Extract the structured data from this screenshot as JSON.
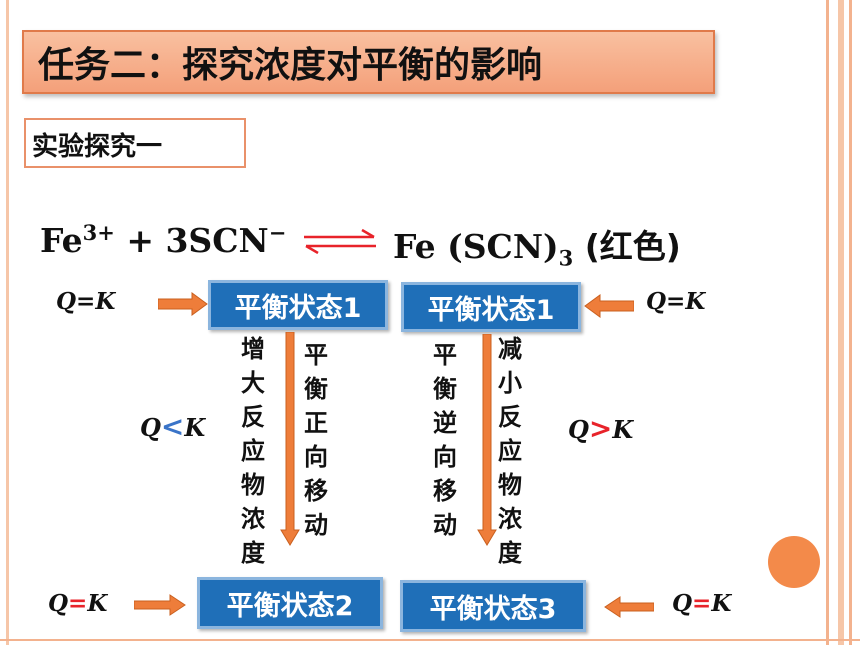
{
  "title": "任务二：探究浓度对平衡的影响",
  "subtitle": "实验探究一",
  "equation": {
    "reactant1": "Fe",
    "reactant1_sup": "3+",
    "plus": " + 3SCN",
    "reactant2_sup": "−",
    "product": "Fe (SCN)",
    "product_sub": "3",
    "product_note": " (红色)"
  },
  "states": {
    "s1_left": "平衡状态1",
    "s1_right": "平衡状态1",
    "s2": "平衡状态2",
    "s3": "平衡状态3"
  },
  "qk": {
    "top_left": {
      "q": "Q",
      "op": "=",
      "k": "K"
    },
    "top_right": {
      "q": "Q",
      "op": "=",
      "k": "K"
    },
    "mid_left": {
      "q": "Q",
      "op": "<",
      "k": "K"
    },
    "mid_right": {
      "q": "Q",
      "op": ">",
      "k": "K"
    },
    "bottom_left": {
      "q": "Q",
      "op": "=",
      "k": "K"
    },
    "bottom_right": {
      "q": "Q",
      "op": "=",
      "k": "K"
    }
  },
  "vertical_labels": {
    "increase_reactant": "增大反应物浓度",
    "forward_shift": "平衡正向移动",
    "reverse_shift": "平衡逆向移动",
    "decrease_reactant": "减小反应物浓度"
  },
  "colors": {
    "accent_orange": "#ee7d3a",
    "state_blue": "#1f6fb8",
    "red": "#e8232a",
    "blue": "#3a74c8"
  }
}
